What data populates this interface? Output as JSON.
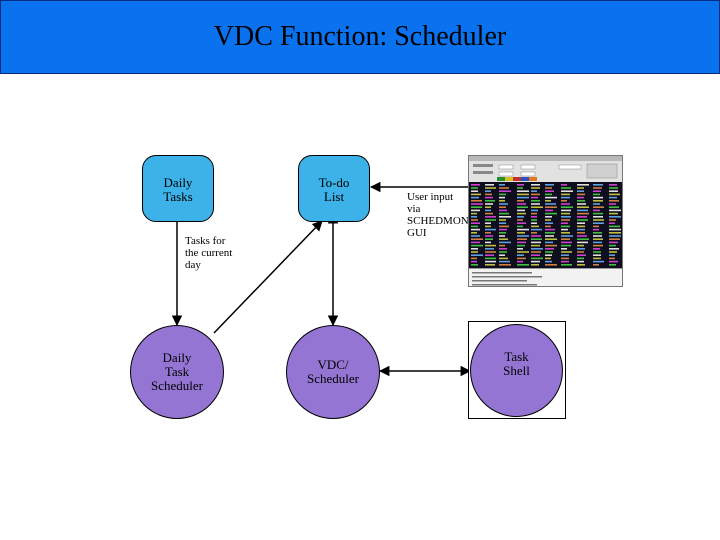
{
  "title": "VDC Function: Scheduler",
  "nodes": {
    "daily_tasks": "Daily Tasks",
    "todo_list": "To-do List",
    "daily_task_scheduler": "Daily Task Scheduler",
    "vdc_scheduler": "VDC/ Scheduler",
    "task_shell": "Task Shell"
  },
  "labels": {
    "user_input": "User input via SCHEDMON GUI",
    "tasks_current_day": "Tasks for the current day"
  },
  "colors": {
    "title_bar": "#0a72ee",
    "task_box": "#3cb2e8",
    "scheduler_circle": "#9575d3"
  }
}
